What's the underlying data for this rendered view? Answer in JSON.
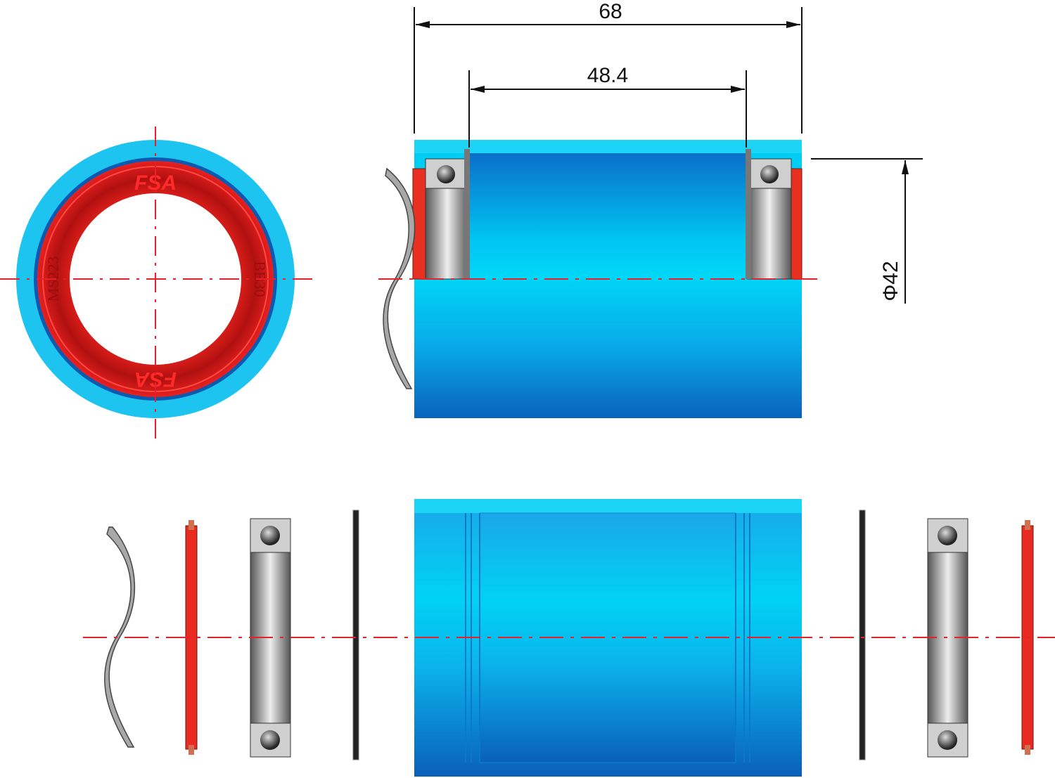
{
  "dimensions": {
    "shell_width": "68",
    "inner_width": "48.4",
    "diameter": "Φ42"
  },
  "ring_markings": {
    "left": "MS223",
    "right": "BB30",
    "logo": "FSA"
  },
  "colors": {
    "shell_blue": "#00c8f0",
    "shell_dark": "#0a6fc0",
    "seal_red": "#e8201e",
    "centerline": "#e8202a",
    "bearing_gray": "#a0a0a0"
  }
}
